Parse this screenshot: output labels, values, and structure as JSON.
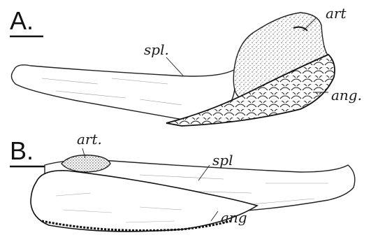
{
  "figure": {
    "panel_a": {
      "panel_label": "A.",
      "labels": {
        "spl": "spl.",
        "art": "art",
        "ang": "ang."
      }
    },
    "panel_b": {
      "panel_label": "B.",
      "labels": {
        "art": "art.",
        "spl": "spl",
        "ang": "ang"
      }
    }
  }
}
